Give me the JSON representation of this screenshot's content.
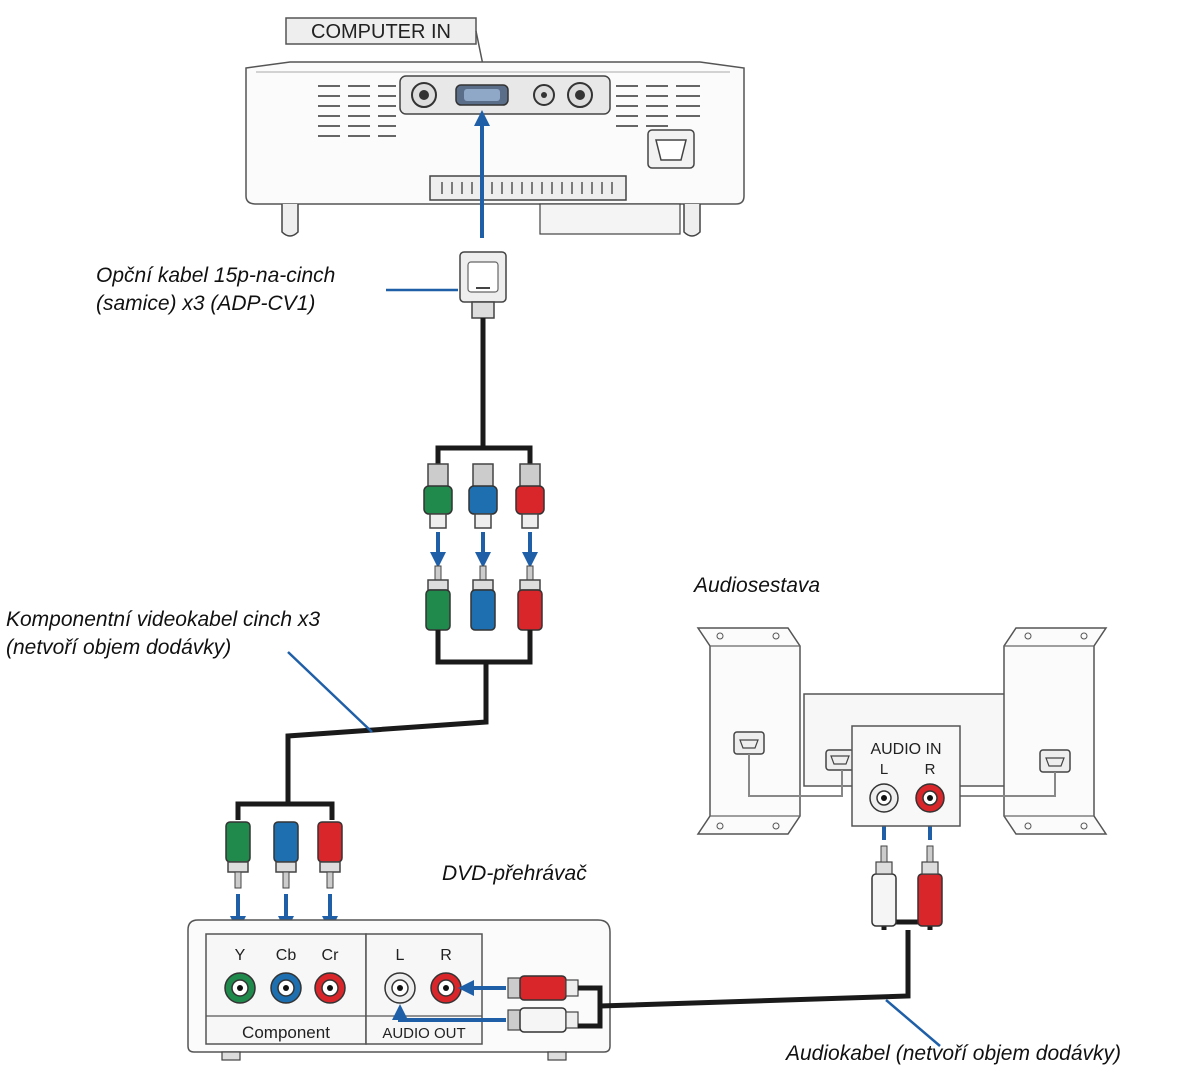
{
  "projector": {
    "port_label": "COMPUTER IN"
  },
  "adapter_cable": {
    "line1": "Opční kabel 15p-na-cinch",
    "line2": "(samice) x3 (ADP-CV1)"
  },
  "component_cable": {
    "line1": "Komponentní videokabel cinch x3",
    "line2": "(netvoří objem dodávky)"
  },
  "audio_system": {
    "title": "Audiosestava",
    "panel_label": "AUDIO IN",
    "left_label": "L",
    "right_label": "R"
  },
  "dvd_player": {
    "title": "DVD-přehrávač",
    "y_label": "Y",
    "cb_label": "Cb",
    "cr_label": "Cr",
    "component_label": "Component",
    "left_label": "L",
    "right_label": "R",
    "audio_out_label": "AUDIO OUT"
  },
  "audio_cable": {
    "label": "Audiokabel (netvoří objem dodávky)"
  },
  "colors": {
    "arrow": "#1f5fa8",
    "cable": "#1a1a1a",
    "green": "#1f8a4c",
    "blue": "#1d6fb0",
    "red": "#d9262b"
  }
}
